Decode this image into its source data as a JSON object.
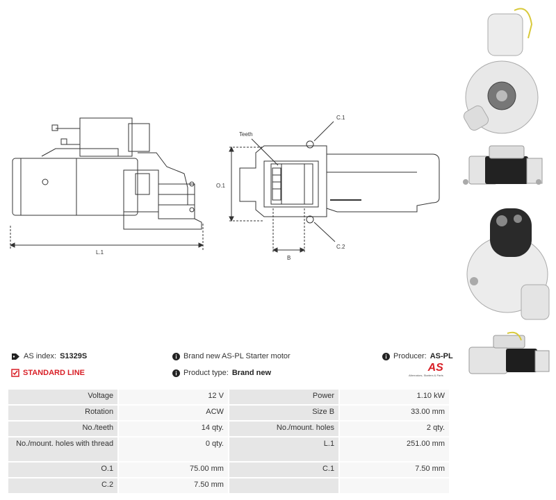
{
  "drawing": {
    "dim_l1": "L.1",
    "dim_o1": "O.1",
    "dim_b": "B",
    "dim_c1": "C.1",
    "dim_c2": "C.2",
    "teeth_label": "Teeth"
  },
  "info": {
    "as_index_label": "AS index:",
    "as_index_value": "S1329S",
    "standard_line": "STANDARD LINE",
    "description": "Brand new AS-PL Starter motor",
    "product_type_label": "Product type:",
    "product_type_value": "Brand new",
    "producer_label": "Producer:",
    "producer_value": "AS-PL",
    "logo_text": "AS",
    "logo_tagline": "Alternators, Starters & Parts"
  },
  "specs": [
    {
      "l1": "Voltage",
      "v1": "12 V",
      "l2": "Power",
      "v2": "1.10 kW"
    },
    {
      "l1": "Rotation",
      "v1": "ACW",
      "l2": "Size B",
      "v2": "33.00 mm"
    },
    {
      "l1": "No./teeth",
      "v1": "14 qty.",
      "l2": "No./mount. holes",
      "v2": "2 qty."
    },
    {
      "l1": "No./mount. holes with thread",
      "v1": "0 qty.",
      "l2": "L.1",
      "v2": "251.00 mm"
    },
    {
      "l1": "O.1",
      "v1": "75.00 mm",
      "l2": "C.1",
      "v2": "7.50 mm"
    },
    {
      "l1": "C.2",
      "v1": "7.50 mm",
      "l2": "",
      "v2": ""
    }
  ],
  "colors": {
    "accent_red": "#d81f26",
    "label_bg": "#e6e6e6",
    "value_bg": "#f7f7f7"
  }
}
